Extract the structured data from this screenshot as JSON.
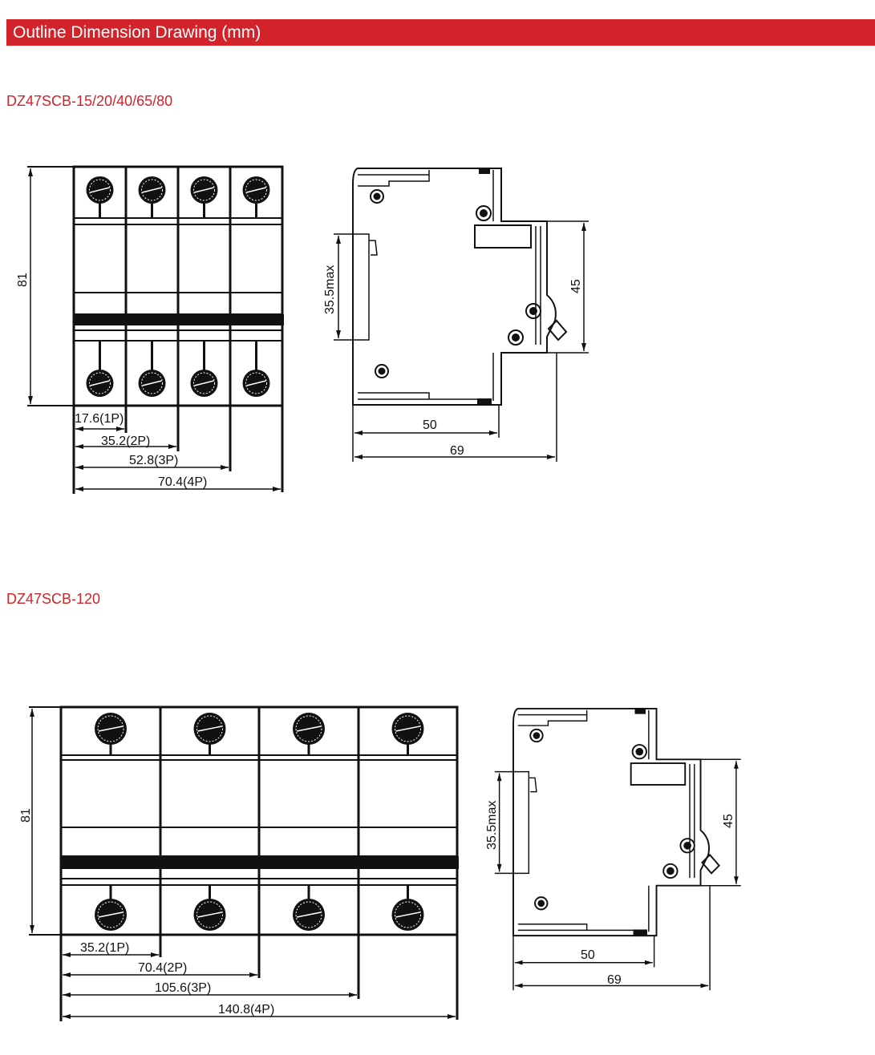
{
  "header": {
    "title": "Outline Dimension Drawing (mm)"
  },
  "sections": [
    {
      "model": "DZ47SCB-15/20/40/65/80",
      "front": {
        "height": "81",
        "widths": [
          "17.6(1P)",
          "35.2(2P)",
          "52.8(3P)",
          "70.4(4P)"
        ]
      },
      "side": {
        "rail": "35.5max",
        "depth_step": "45",
        "depth_front": "50",
        "depth_total": "69"
      }
    },
    {
      "model": "DZ47SCB-120",
      "front": {
        "height": "81",
        "widths": [
          "35.2(1P)",
          "70.4(2P)",
          "105.6(3P)",
          "140.8(4P)"
        ]
      },
      "side": {
        "rail": "35.5max",
        "depth_step": "45",
        "depth_front": "50",
        "depth_total": "69"
      }
    }
  ],
  "colors": {
    "accent": "#d2232a"
  }
}
